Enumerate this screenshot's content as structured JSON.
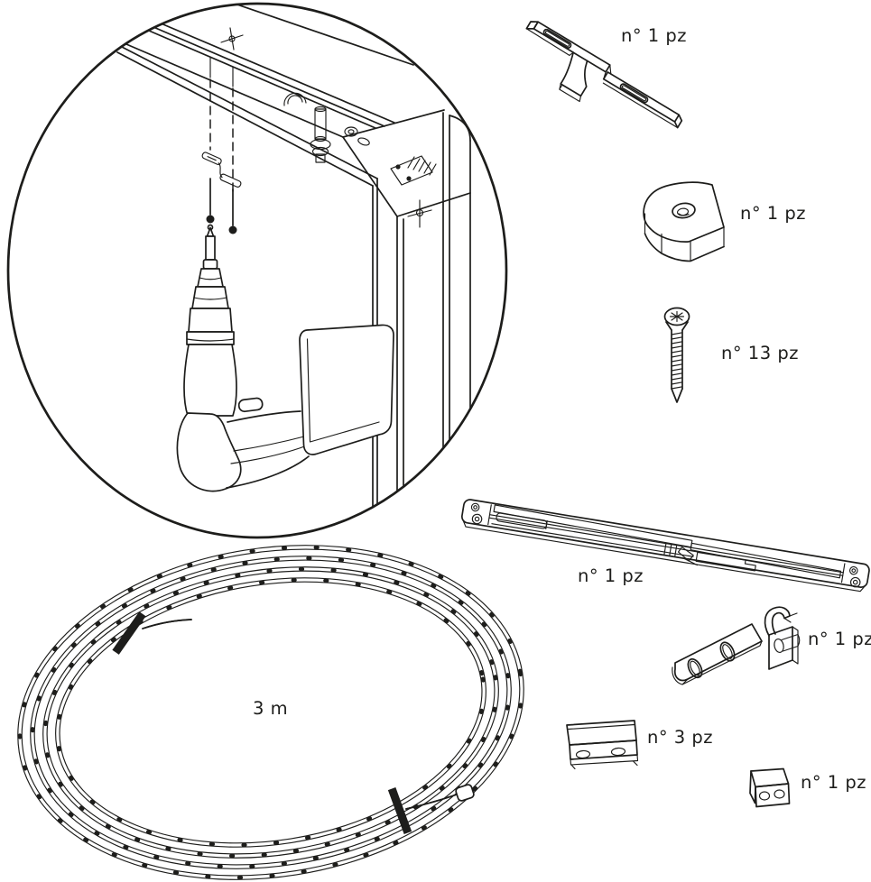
{
  "colors": {
    "ink": "#1d1d1b",
    "paper": "#ffffff"
  },
  "detail_view": {
    "name": "drill-installing-track-in-door-frame"
  },
  "parts": [
    {
      "name": "mounting-bracket",
      "quantity": 1,
      "label": "n° 1 pz"
    },
    {
      "name": "corner-guide",
      "quantity": 1,
      "label": "n° 1 pz"
    },
    {
      "name": "screw",
      "quantity": 13,
      "label": "n° 13 pz"
    },
    {
      "name": "damper-rail",
      "quantity": 1,
      "label": "n° 1 pz"
    },
    {
      "name": "hook-bracket",
      "quantity": 1,
      "label": "n° 1 pz"
    },
    {
      "name": "clip-plate",
      "quantity": 3,
      "label": "n° 3 pz"
    },
    {
      "name": "end-block",
      "quantity": 1,
      "label": "n° 1 pz"
    }
  ],
  "cable": {
    "name": "cable-coil",
    "length_label": "3 m"
  }
}
